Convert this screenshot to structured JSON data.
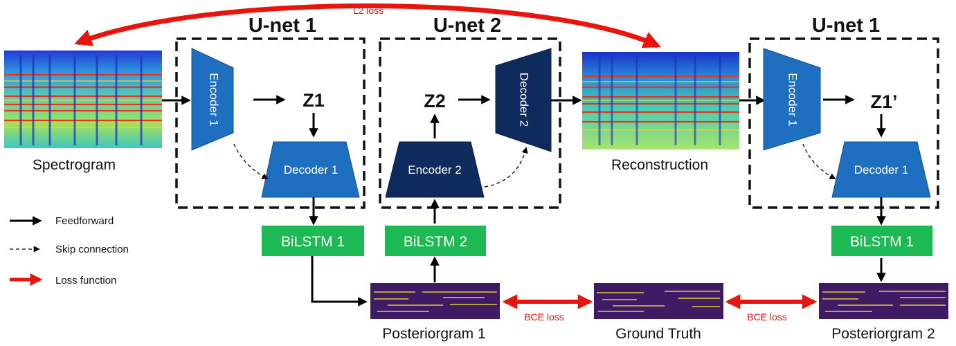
{
  "titles": {
    "unet1_left": "U-net 1",
    "unet2": "U-net 2",
    "unet1_right": "U-net 1"
  },
  "captions": {
    "spectrogram": "Spectrogram",
    "reconstruction": "Reconstruction",
    "posteriorgram1": "Posteriorgram 1",
    "ground_truth": "Ground Truth",
    "posteriorgram2": "Posteriorgram 2"
  },
  "blocks": {
    "encoder1": "Encoder 1",
    "decoder1": "Decoder 1",
    "encoder2": "Encoder 2",
    "decoder2": "Decoder 2",
    "bilstm1": "BiLSTM 1",
    "bilstm2": "BiLSTM 2"
  },
  "latents": {
    "z1": "Z1",
    "z2": "Z2",
    "z1_prime": "Z1’"
  },
  "losses": {
    "l2": "L2 loss",
    "bce": "BCE loss"
  },
  "legend": {
    "feedforward": "Feedforward",
    "skip": "Skip connection",
    "loss": "Loss function"
  },
  "colors": {
    "block_blue": "#1f6fc0",
    "block_navy": "#0f2a5c",
    "lstm_green": "#1db954",
    "loss_red": "#e8150e",
    "posterior_bg": "#3f1b66",
    "posterior_line": "#e6c93a"
  }
}
